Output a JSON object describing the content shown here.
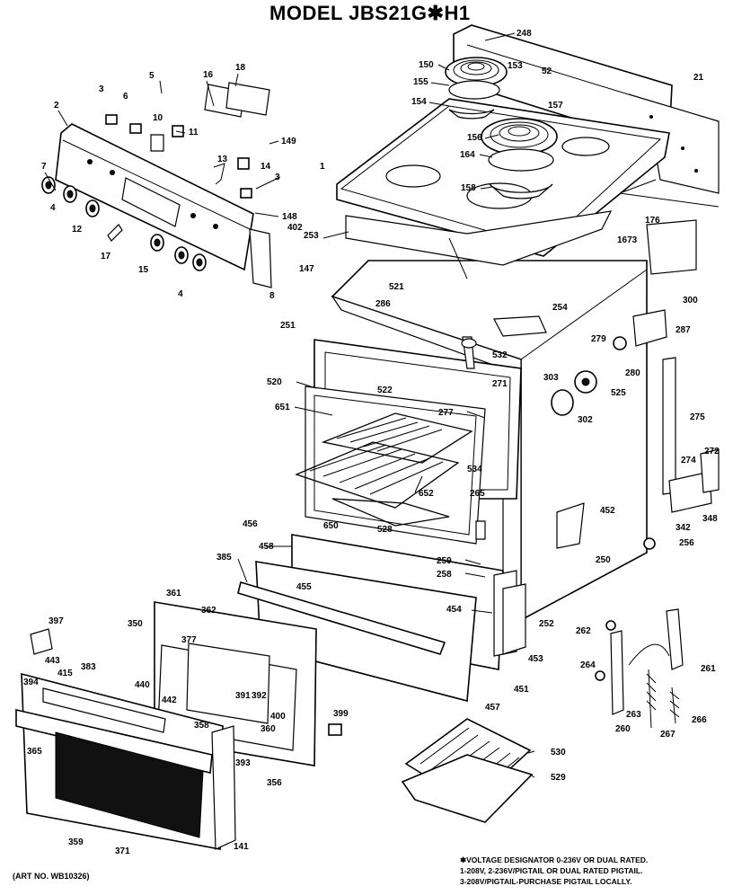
{
  "title": "MODEL JBS21G✱H1",
  "art_number": "(ART NO. WB10326)",
  "notes": [
    "✱VOLTAGE DESIGNATOR 0-236V OR DUAL RATED.",
    "1-208V, 2-236V/PIGTAIL OR DUAL RATED PIGTAIL.",
    "3-208V/PIGTAIL-PURCHASE PIGTAIL LOCALLY."
  ],
  "callouts": [
    "248",
    "150",
    "153",
    "52",
    "155",
    "154",
    "157",
    "156",
    "164",
    "158",
    "21",
    "2",
    "3",
    "5",
    "6",
    "16",
    "18",
    "10",
    "11",
    "149",
    "7",
    "4",
    "12",
    "13",
    "14",
    "3",
    "148",
    "17",
    "15",
    "4",
    "402",
    "147",
    "8",
    "1",
    "176",
    "1673",
    "253",
    "521",
    "286",
    "300",
    "254",
    "287",
    "251",
    "532",
    "279",
    "280",
    "271",
    "303",
    "525",
    "520",
    "522",
    "651",
    "277",
    "302",
    "275",
    "272",
    "274",
    "534",
    "652",
    "265",
    "348",
    "456",
    "650",
    "528",
    "452",
    "342",
    "256",
    "458",
    "259",
    "258",
    "385",
    "250",
    "455",
    "361",
    "362",
    "454",
    "397",
    "350",
    "252",
    "262",
    "377",
    "443",
    "415",
    "383",
    "440",
    "453",
    "264",
    "261",
    "394",
    "442",
    "391",
    "392",
    "451",
    "457",
    "400",
    "360",
    "399",
    "260",
    "263",
    "266",
    "358",
    "267",
    "365",
    "393",
    "530",
    "356",
    "529",
    "359",
    "371",
    "141"
  ]
}
